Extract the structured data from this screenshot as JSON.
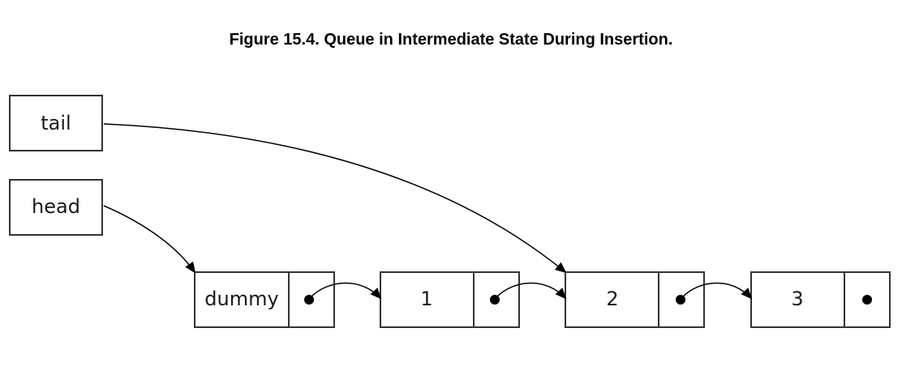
{
  "figure": {
    "caption": "Figure 15.4. Queue in Intermediate State During Insertion."
  },
  "pointers": {
    "tail_label": "tail",
    "head_label": "head"
  },
  "nodes": [
    {
      "value": "dummy"
    },
    {
      "value": "1"
    },
    {
      "value": "2"
    },
    {
      "value": "3"
    }
  ],
  "colors": {
    "line": "#000000",
    "box_stroke": "#333333",
    "box_fill": "#ffffff"
  }
}
